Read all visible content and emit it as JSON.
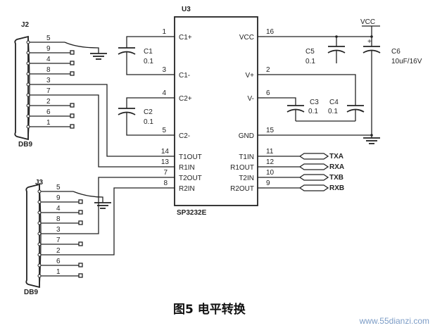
{
  "chip": {
    "ref": "U3",
    "part": "SP3232E",
    "left_pins": [
      {
        "num": "1",
        "name": "C1+"
      },
      {
        "num": "3",
        "name": "C1-"
      },
      {
        "num": "4",
        "name": "C2+"
      },
      {
        "num": "5",
        "name": "C2-"
      },
      {
        "num": "14",
        "name": "T1OUT"
      },
      {
        "num": "13",
        "name": "R1IN"
      },
      {
        "num": "7",
        "name": "T2OUT"
      },
      {
        "num": "8",
        "name": "R2IN"
      }
    ],
    "right_pins": [
      {
        "num": "16",
        "name": "VCC"
      },
      {
        "num": "2",
        "name": "V+"
      },
      {
        "num": "6",
        "name": "V-"
      },
      {
        "num": "15",
        "name": "GND"
      },
      {
        "num": "11",
        "name": "T1IN"
      },
      {
        "num": "12",
        "name": "R1OUT"
      },
      {
        "num": "10",
        "name": "T2IN"
      },
      {
        "num": "9",
        "name": "R2OUT"
      }
    ]
  },
  "capacitors": [
    {
      "ref": "C1",
      "value": "0.1"
    },
    {
      "ref": "C2",
      "value": "0.1"
    },
    {
      "ref": "C3",
      "value": "0.1"
    },
    {
      "ref": "C4",
      "value": "0.1"
    },
    {
      "ref": "C5",
      "value": "0.1"
    },
    {
      "ref": "C6",
      "value": "10uF/16V"
    }
  ],
  "supply": "VCC",
  "connectors": [
    {
      "ref": "J2",
      "type": "DB9",
      "pins": [
        "5",
        "9",
        "4",
        "8",
        "3",
        "7",
        "2",
        "6",
        "1"
      ]
    },
    {
      "ref": "J3",
      "type": "DB9",
      "pins": [
        "5",
        "9",
        "4",
        "8",
        "3",
        "7",
        "2",
        "6",
        "1"
      ]
    }
  ],
  "signals": [
    "TXA",
    "RXA",
    "TXB",
    "RXB"
  ],
  "caption": "图5  电平转换",
  "watermark": "www.55dianzi.com"
}
